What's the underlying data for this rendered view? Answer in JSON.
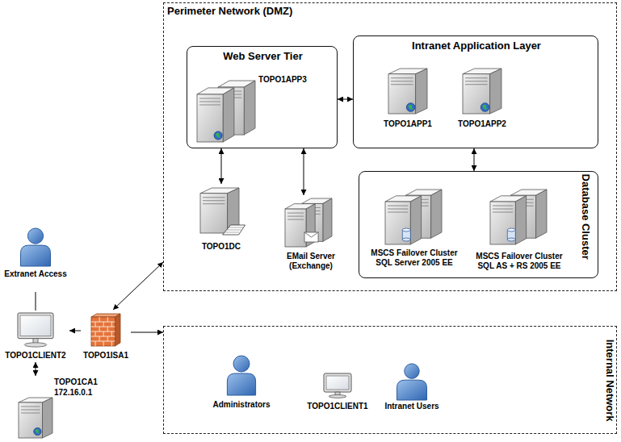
{
  "diagram": {
    "nodes": [
      {
        "text": [
          "Perimeter Network (DMZ)"
        ]
      },
      {
        "text": [
          "Web Server Tier"
        ],
        "in": 0
      },
      {
        "text": [
          "TOPO1APP3"
        ],
        "in": 1
      },
      {
        "text": [
          "Intranet Application Layer"
        ],
        "in": 0
      },
      {
        "text": [
          "TOPO1APP1"
        ],
        "in": 3
      },
      {
        "text": [
          "TOPO1APP2"
        ],
        "in": 3
      },
      {
        "text": [
          "TOPO1DC"
        ],
        "in": 0
      },
      {
        "text": [
          "EMail Server (Exchange)"
        ],
        "in": 0
      },
      {
        "text": [
          "Database Cluster"
        ],
        "in": 0
      },
      {
        "text": [
          "MSCS Failover Cluster SQL Server 2005 EE"
        ],
        "in": 8
      },
      {
        "text": [
          "MSCS Failover Cluster SQL AS + RS 2005 EE"
        ],
        "in": 8
      },
      {
        "text": [
          "Extranet Access"
        ]
      },
      {
        "text": [
          "TOPO1CLIENT2"
        ]
      },
      {
        "text": [
          "TOPO1CA1",
          "172.16.0.1"
        ]
      },
      {
        "text": [
          "TOPO1ISA1"
        ]
      },
      {
        "text": [
          "Internal Network"
        ]
      },
      {
        "text": [
          "Administrators"
        ],
        "in": 15
      },
      {
        "text": [
          "TOPO1CLIENT1"
        ],
        "in": 15
      },
      {
        "text": [
          "Intranet Users"
        ],
        "in": 15
      }
    ],
    "edges": [
      {
        "from": 1,
        "to": 3,
        "arrow": "both"
      },
      {
        "from": 1,
        "to": 6,
        "arrow": "both"
      },
      {
        "from": 1,
        "to": 7,
        "arrow": "both"
      },
      {
        "from": 3,
        "to": 8,
        "arrow": "both"
      },
      {
        "from": 11,
        "to": 12,
        "arrow": "none"
      },
      {
        "from": 12,
        "to": 13,
        "arrow": "both"
      },
      {
        "from": 14,
        "to": 12,
        "arrow": "to"
      },
      {
        "from": 14,
        "to": 15,
        "arrow": "to"
      },
      {
        "from": 14,
        "to": 0,
        "arrow": "both"
      }
    ]
  }
}
